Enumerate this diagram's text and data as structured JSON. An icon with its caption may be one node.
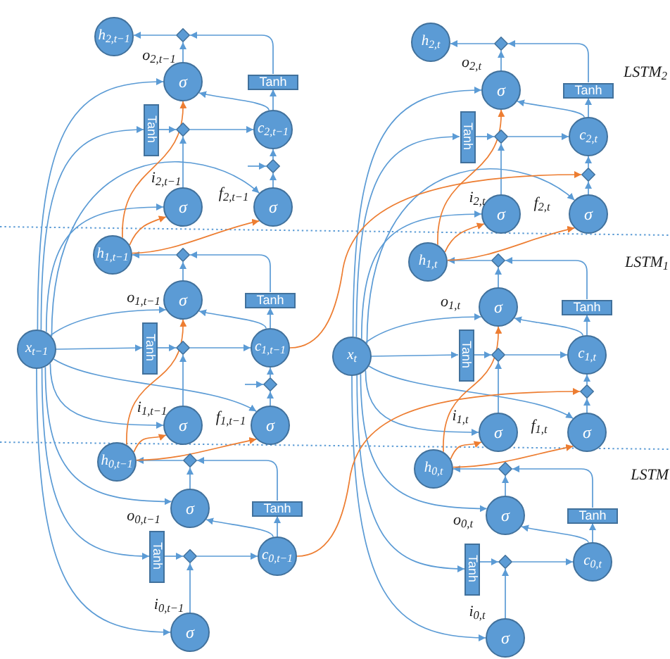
{
  "diagram": {
    "nodes": [
      {
        "text": [
          "h$_{2,t−1}$"
        ]
      },
      {
        "text": [],
        "shape": "diamond"
      },
      {
        "text": [
          "σ"
        ],
        "beside": [
          "o$_{2,t−1}$"
        ]
      },
      {
        "text": [
          "Tanh"
        ]
      },
      {
        "text": [
          "Tanh"
        ]
      },
      {
        "text": [],
        "shape": "diamond"
      },
      {
        "text": [
          "c$_{2,t−1}$"
        ]
      },
      {
        "text": [],
        "shape": "diamond"
      },
      {
        "text": [
          "σ"
        ],
        "beside": [
          "i$_{2,t−1}$"
        ]
      },
      {
        "text": [
          "σ"
        ],
        "beside": [
          "f$_{2,t−1}$"
        ]
      },
      {
        "text": [
          "x$_{t−1}$"
        ]
      },
      {
        "text": [
          "h$_{1,t−1}$"
        ]
      },
      {
        "text": [],
        "shape": "diamond"
      },
      {
        "text": [
          "σ"
        ],
        "beside": [
          "o$_{1,t−1}$"
        ]
      },
      {
        "text": [
          "Tanh"
        ]
      },
      {
        "text": [
          "Tanh"
        ]
      },
      {
        "text": [],
        "shape": "diamond"
      },
      {
        "text": [
          "c$_{1,t−1}$"
        ]
      },
      {
        "text": [],
        "shape": "diamond"
      },
      {
        "text": [
          "σ"
        ],
        "beside": [
          "i$_{1,t−1}$"
        ]
      },
      {
        "text": [
          "σ"
        ],
        "beside": [
          "f$_{1,t−1}$"
        ]
      },
      {
        "text": [
          "h$_{0,t−1}$"
        ]
      },
      {
        "text": [],
        "shape": "diamond"
      },
      {
        "text": [
          "σ"
        ],
        "beside": [
          "o$_{0,t−1}$"
        ]
      },
      {
        "text": [
          "Tanh"
        ]
      },
      {
        "text": [
          "Tanh"
        ]
      },
      {
        "text": [],
        "shape": "diamond"
      },
      {
        "text": [
          "c$_{0,t−1}$"
        ]
      },
      {
        "text": [
          "σ"
        ],
        "beside": [
          "i$_{0,t−1}$"
        ]
      },
      {
        "text": [
          "h$_{2,t}$"
        ]
      },
      {
        "text": [],
        "shape": "diamond"
      },
      {
        "text": [
          "σ"
        ],
        "beside": [
          "o$_{2,t}$"
        ]
      },
      {
        "text": [
          "Tanh"
        ]
      },
      {
        "text": [
          "Tanh"
        ]
      },
      {
        "text": [],
        "shape": "diamond"
      },
      {
        "text": [
          "c$_{2,t}$"
        ]
      },
      {
        "text": [],
        "shape": "diamond"
      },
      {
        "text": [
          "σ"
        ],
        "beside": [
          "i$_{2,t}$"
        ]
      },
      {
        "text": [
          "σ"
        ],
        "beside": [
          "f$_{2,t}$"
        ]
      },
      {
        "text": [
          "x$_{t}$"
        ]
      },
      {
        "text": [
          "h$_{1,t}$"
        ]
      },
      {
        "text": [],
        "shape": "diamond"
      },
      {
        "text": [
          "σ"
        ],
        "beside": [
          "o$_{1,t}$"
        ]
      },
      {
        "text": [
          "Tanh"
        ]
      },
      {
        "text": [
          "Tanh"
        ]
      },
      {
        "text": [],
        "shape": "diamond"
      },
      {
        "text": [
          "c$_{1,t}$"
        ]
      },
      {
        "text": [],
        "shape": "diamond"
      },
      {
        "text": [
          "σ"
        ],
        "beside": [
          "i$_{1,t}$"
        ]
      },
      {
        "text": [
          "σ"
        ],
        "beside": [
          "f$_{1,t}$"
        ]
      },
      {
        "text": [
          "h$_{0,t}$"
        ]
      },
      {
        "text": [],
        "shape": "diamond"
      },
      {
        "text": [
          "σ"
        ],
        "beside": [
          "o$_{0,t}$"
        ]
      },
      {
        "text": [
          "Tanh"
        ]
      },
      {
        "text": [
          "Tanh"
        ]
      },
      {
        "text": [],
        "shape": "diamond"
      },
      {
        "text": [
          "c$_{0,t}$"
        ]
      },
      {
        "text": [
          "σ"
        ],
        "beside": [
          "i$_{0,t}$"
        ]
      }
    ],
    "edges": [
      {
        "from": 2,
        "to": 1,
        "arrow": "to"
      },
      {
        "from": 1,
        "to": 0,
        "arrow": "to"
      },
      {
        "from": 6,
        "to": 3,
        "arrow": "to"
      },
      {
        "from": 3,
        "to": 1,
        "arrow": "to"
      },
      {
        "from": 6,
        "to": 2,
        "arrow": "to"
      },
      {
        "from": 4,
        "to": 5,
        "arrow": "to"
      },
      {
        "from": 8,
        "to": 5,
        "arrow": "to"
      },
      {
        "from": 5,
        "to": 6,
        "arrow": "to"
      },
      {
        "from": 9,
        "to": 7,
        "arrow": "to"
      },
      {
        "from": 7,
        "to": 6,
        "arrow": "to"
      },
      {
        "from": 13,
        "to": 12,
        "arrow": "to"
      },
      {
        "from": 12,
        "to": 11,
        "arrow": "to"
      },
      {
        "from": 17,
        "to": 14,
        "arrow": "to"
      },
      {
        "from": 14,
        "to": 12,
        "arrow": "to"
      },
      {
        "from": 17,
        "to": 13,
        "arrow": "to"
      },
      {
        "from": 15,
        "to": 16,
        "arrow": "to"
      },
      {
        "from": 19,
        "to": 16,
        "arrow": "to"
      },
      {
        "from": 16,
        "to": 17,
        "arrow": "to"
      },
      {
        "from": 20,
        "to": 18,
        "arrow": "to"
      },
      {
        "from": 18,
        "to": 17,
        "arrow": "to"
      },
      {
        "from": 23,
        "to": 22,
        "arrow": "to"
      },
      {
        "from": 22,
        "to": 21,
        "arrow": "to"
      },
      {
        "from": 27,
        "to": 24,
        "arrow": "to"
      },
      {
        "from": 24,
        "to": 22,
        "arrow": "to"
      },
      {
        "from": 27,
        "to": 23,
        "arrow": "to"
      },
      {
        "from": 25,
        "to": 26,
        "arrow": "to"
      },
      {
        "from": 28,
        "to": 26,
        "arrow": "to"
      },
      {
        "from": 26,
        "to": 27,
        "arrow": "to"
      },
      {
        "from": 31,
        "to": 30,
        "arrow": "to"
      },
      {
        "from": 30,
        "to": 29,
        "arrow": "to"
      },
      {
        "from": 35,
        "to": 32,
        "arrow": "to"
      },
      {
        "from": 32,
        "to": 30,
        "arrow": "to"
      },
      {
        "from": 35,
        "to": 31,
        "arrow": "to"
      },
      {
        "from": 33,
        "to": 34,
        "arrow": "to"
      },
      {
        "from": 37,
        "to": 34,
        "arrow": "to"
      },
      {
        "from": 34,
        "to": 35,
        "arrow": "to"
      },
      {
        "from": 38,
        "to": 36,
        "arrow": "to"
      },
      {
        "from": 36,
        "to": 35,
        "arrow": "to"
      },
      {
        "from": 42,
        "to": 41,
        "arrow": "to"
      },
      {
        "from": 41,
        "to": 40,
        "arrow": "to"
      },
      {
        "from": 46,
        "to": 43,
        "arrow": "to"
      },
      {
        "from": 43,
        "to": 41,
        "arrow": "to"
      },
      {
        "from": 46,
        "to": 42,
        "arrow": "to"
      },
      {
        "from": 44,
        "to": 45,
        "arrow": "to"
      },
      {
        "from": 48,
        "to": 45,
        "arrow": "to"
      },
      {
        "from": 45,
        "to": 46,
        "arrow": "to"
      },
      {
        "from": 49,
        "to": 47,
        "arrow": "to"
      },
      {
        "from": 47,
        "to": 46,
        "arrow": "to"
      },
      {
        "from": 52,
        "to": 51,
        "arrow": "to"
      },
      {
        "from": 51,
        "to": 50,
        "arrow": "to"
      },
      {
        "from": 56,
        "to": 53,
        "arrow": "to"
      },
      {
        "from": 53,
        "to": 51,
        "arrow": "to"
      },
      {
        "from": 56,
        "to": 52,
        "arrow": "to"
      },
      {
        "from": 54,
        "to": 55,
        "arrow": "to"
      },
      {
        "from": 57,
        "to": 55,
        "arrow": "to"
      },
      {
        "from": 55,
        "to": 56,
        "arrow": "to"
      },
      {
        "from": 10,
        "to": 2,
        "arrow": "to"
      },
      {
        "from": 10,
        "to": 4,
        "arrow": "to"
      },
      {
        "from": 10,
        "to": 8,
        "arrow": "to"
      },
      {
        "from": 10,
        "to": 9,
        "arrow": "to"
      },
      {
        "from": 10,
        "to": 13,
        "arrow": "to"
      },
      {
        "from": 10,
        "to": 15,
        "arrow": "to"
      },
      {
        "from": 10,
        "to": 19,
        "arrow": "to"
      },
      {
        "from": 10,
        "to": 20,
        "arrow": "to"
      },
      {
        "from": 10,
        "to": 23,
        "arrow": "to"
      },
      {
        "from": 10,
        "to": 25,
        "arrow": "to"
      },
      {
        "from": 10,
        "to": 28,
        "arrow": "to"
      },
      {
        "from": 39,
        "to": 31,
        "arrow": "to"
      },
      {
        "from": 39,
        "to": 33,
        "arrow": "to"
      },
      {
        "from": 39,
        "to": 37,
        "arrow": "to"
      },
      {
        "from": 39,
        "to": 38,
        "arrow": "to"
      },
      {
        "from": 39,
        "to": 42,
        "arrow": "to"
      },
      {
        "from": 39,
        "to": 44,
        "arrow": "to"
      },
      {
        "from": 39,
        "to": 48,
        "arrow": "to"
      },
      {
        "from": 39,
        "to": 49,
        "arrow": "to"
      },
      {
        "from": 39,
        "to": 52,
        "arrow": "to"
      },
      {
        "from": 39,
        "to": 54,
        "arrow": "to"
      },
      {
        "from": 39,
        "to": 57,
        "arrow": "to"
      },
      {
        "from": 11,
        "to": 2,
        "arrow": "to",
        "color": "#ed7d31"
      },
      {
        "from": 11,
        "to": 8,
        "arrow": "to",
        "color": "#ed7d31"
      },
      {
        "from": 11,
        "to": 9,
        "arrow": "to",
        "color": "#ed7d31"
      },
      {
        "from": 21,
        "to": 13,
        "arrow": "to",
        "color": "#ed7d31"
      },
      {
        "from": 21,
        "to": 19,
        "arrow": "to",
        "color": "#ed7d31"
      },
      {
        "from": 21,
        "to": 20,
        "arrow": "to",
        "color": "#ed7d31"
      },
      {
        "from": 40,
        "to": 31,
        "arrow": "to",
        "color": "#ed7d31"
      },
      {
        "from": 40,
        "to": 37,
        "arrow": "to",
        "color": "#ed7d31"
      },
      {
        "from": 40,
        "to": 38,
        "arrow": "to",
        "color": "#ed7d31"
      },
      {
        "from": 50,
        "to": 42,
        "arrow": "to",
        "color": "#ed7d31"
      },
      {
        "from": 50,
        "to": 48,
        "arrow": "to",
        "color": "#ed7d31"
      },
      {
        "from": 50,
        "to": 49,
        "arrow": "to",
        "color": "#ed7d31"
      },
      {
        "from": 17,
        "to": 36,
        "arrow": "to",
        "color": "#ed7d31"
      },
      {
        "from": 27,
        "to": 47,
        "arrow": "to",
        "color": "#ed7d31"
      },
      {
        "from": null,
        "to": 7,
        "arrow": "to"
      },
      {
        "from": null,
        "to": 18,
        "arrow": "to"
      }
    ],
    "labels": [
      "LSTM$_{2}$",
      "LSTM$_{1}$",
      "LSTM"
    ]
  }
}
